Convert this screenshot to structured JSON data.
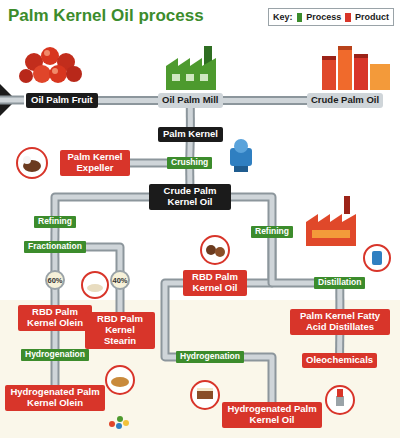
{
  "diagram": {
    "title": "Palm Kernel Oil process",
    "nodes": [
      {
        "text": [
          "Oil Palm Fruit"
        ]
      },
      {
        "text": [
          "Oil Palm Mill"
        ]
      },
      {
        "text": [
          "Crude Palm Oil"
        ]
      },
      {
        "text": [
          "Palm Kernel"
        ]
      },
      {
        "text": [
          "Crushing"
        ]
      },
      {
        "text": [
          "Palm Kernel Expeller"
        ]
      },
      {
        "text": [
          "Crude Palm Kernel Oil"
        ]
      },
      {
        "text": [
          "Refining"
        ]
      },
      {
        "text": [
          "Refining"
        ]
      },
      {
        "text": [
          "Fractionation"
        ]
      },
      {
        "text": [
          "RBD Palm Kernel Olein"
        ]
      },
      {
        "text": [
          "Hydrogenation"
        ]
      },
      {
        "text": [
          "Hydrogenated Palm Kernel Olein"
        ]
      },
      {
        "text": [
          "RBD Palm Kernel Stearin"
        ]
      },
      {
        "text": [
          "RBD Palm Kernel Oil"
        ]
      },
      {
        "text": [
          "Hydrogenation"
        ]
      },
      {
        "text": [
          "Hydrogenated Palm Kernel Oil"
        ]
      },
      {
        "text": [
          "Distillation"
        ]
      },
      {
        "text": [
          "Palm Kernel Fatty Acid Distillates"
        ]
      },
      {
        "text": [
          "Oleochemicals"
        ]
      }
    ],
    "edges": [
      {
        "from": 0,
        "to": 1,
        "arrow": "none"
      },
      {
        "from": 1,
        "to": 2,
        "arrow": "none"
      },
      {
        "from": 1,
        "to": 3,
        "arrow": "none"
      },
      {
        "from": 3,
        "to": 4,
        "arrow": "none"
      },
      {
        "from": 4,
        "to": 5,
        "arrow": "none"
      },
      {
        "from": 4,
        "to": 6,
        "arrow": "none"
      },
      {
        "from": 6,
        "to": 7,
        "arrow": "none"
      },
      {
        "from": 7,
        "to": 9,
        "arrow": "none"
      },
      {
        "from": 9,
        "to": 10,
        "arrow": "none"
      },
      {
        "from": 9,
        "to": 13,
        "arrow": "none"
      },
      {
        "from": 10,
        "to": 11,
        "arrow": "none"
      },
      {
        "from": 11,
        "to": 12,
        "arrow": "none"
      },
      {
        "from": 6,
        "to": 8,
        "arrow": "none"
      },
      {
        "from": 8,
        "to": 14,
        "arrow": "none"
      },
      {
        "from": 8,
        "to": 17,
        "arrow": "none"
      },
      {
        "from": 17,
        "to": 18,
        "arrow": "none"
      },
      {
        "from": 18,
        "to": 19,
        "arrow": "none"
      },
      {
        "from": 14,
        "to": 15,
        "arrow": "none"
      },
      {
        "from": 15,
        "to": 16,
        "arrow": "none"
      }
    ],
    "labels": [
      "Key:",
      "60%",
      "40%"
    ],
    "legend": [
      {
        "text": "Process",
        "color": "#3c8c2c"
      },
      {
        "text": "Product",
        "color": "#d8352a"
      }
    ]
  }
}
